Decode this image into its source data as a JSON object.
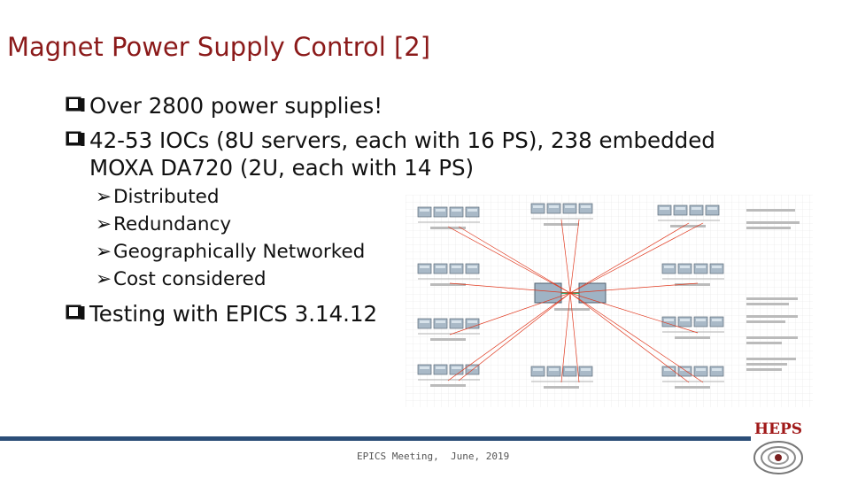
{
  "slide": {
    "title": "Magnet Power Supply Control [2]",
    "bullets": [
      {
        "text": "Over 2800 power supplies!"
      },
      {
        "text": "42-53 IOCs (8U servers, each with 16 PS), 238 embedded MOXA DA720 (2U, each with 14 PS)",
        "sub": [
          "Distributed",
          "Redundancy",
          "Geographically Networked",
          "Cost considered"
        ]
      },
      {
        "text": "Testing with EPICS 3.14.12"
      }
    ],
    "bullet_icon": "square-bullet-icon",
    "sub_bullet_icon": "arrow-bullet-icon",
    "accent_color": "#8b1a1a",
    "bar_color": "#2c4e78"
  },
  "footer": {
    "text": "EPICS Meeting,  June, 2019"
  },
  "logo": {
    "text": "HEPS",
    "icon": "heps-logo-icon"
  },
  "diagram": {
    "icon": "network-topology-diagram"
  }
}
